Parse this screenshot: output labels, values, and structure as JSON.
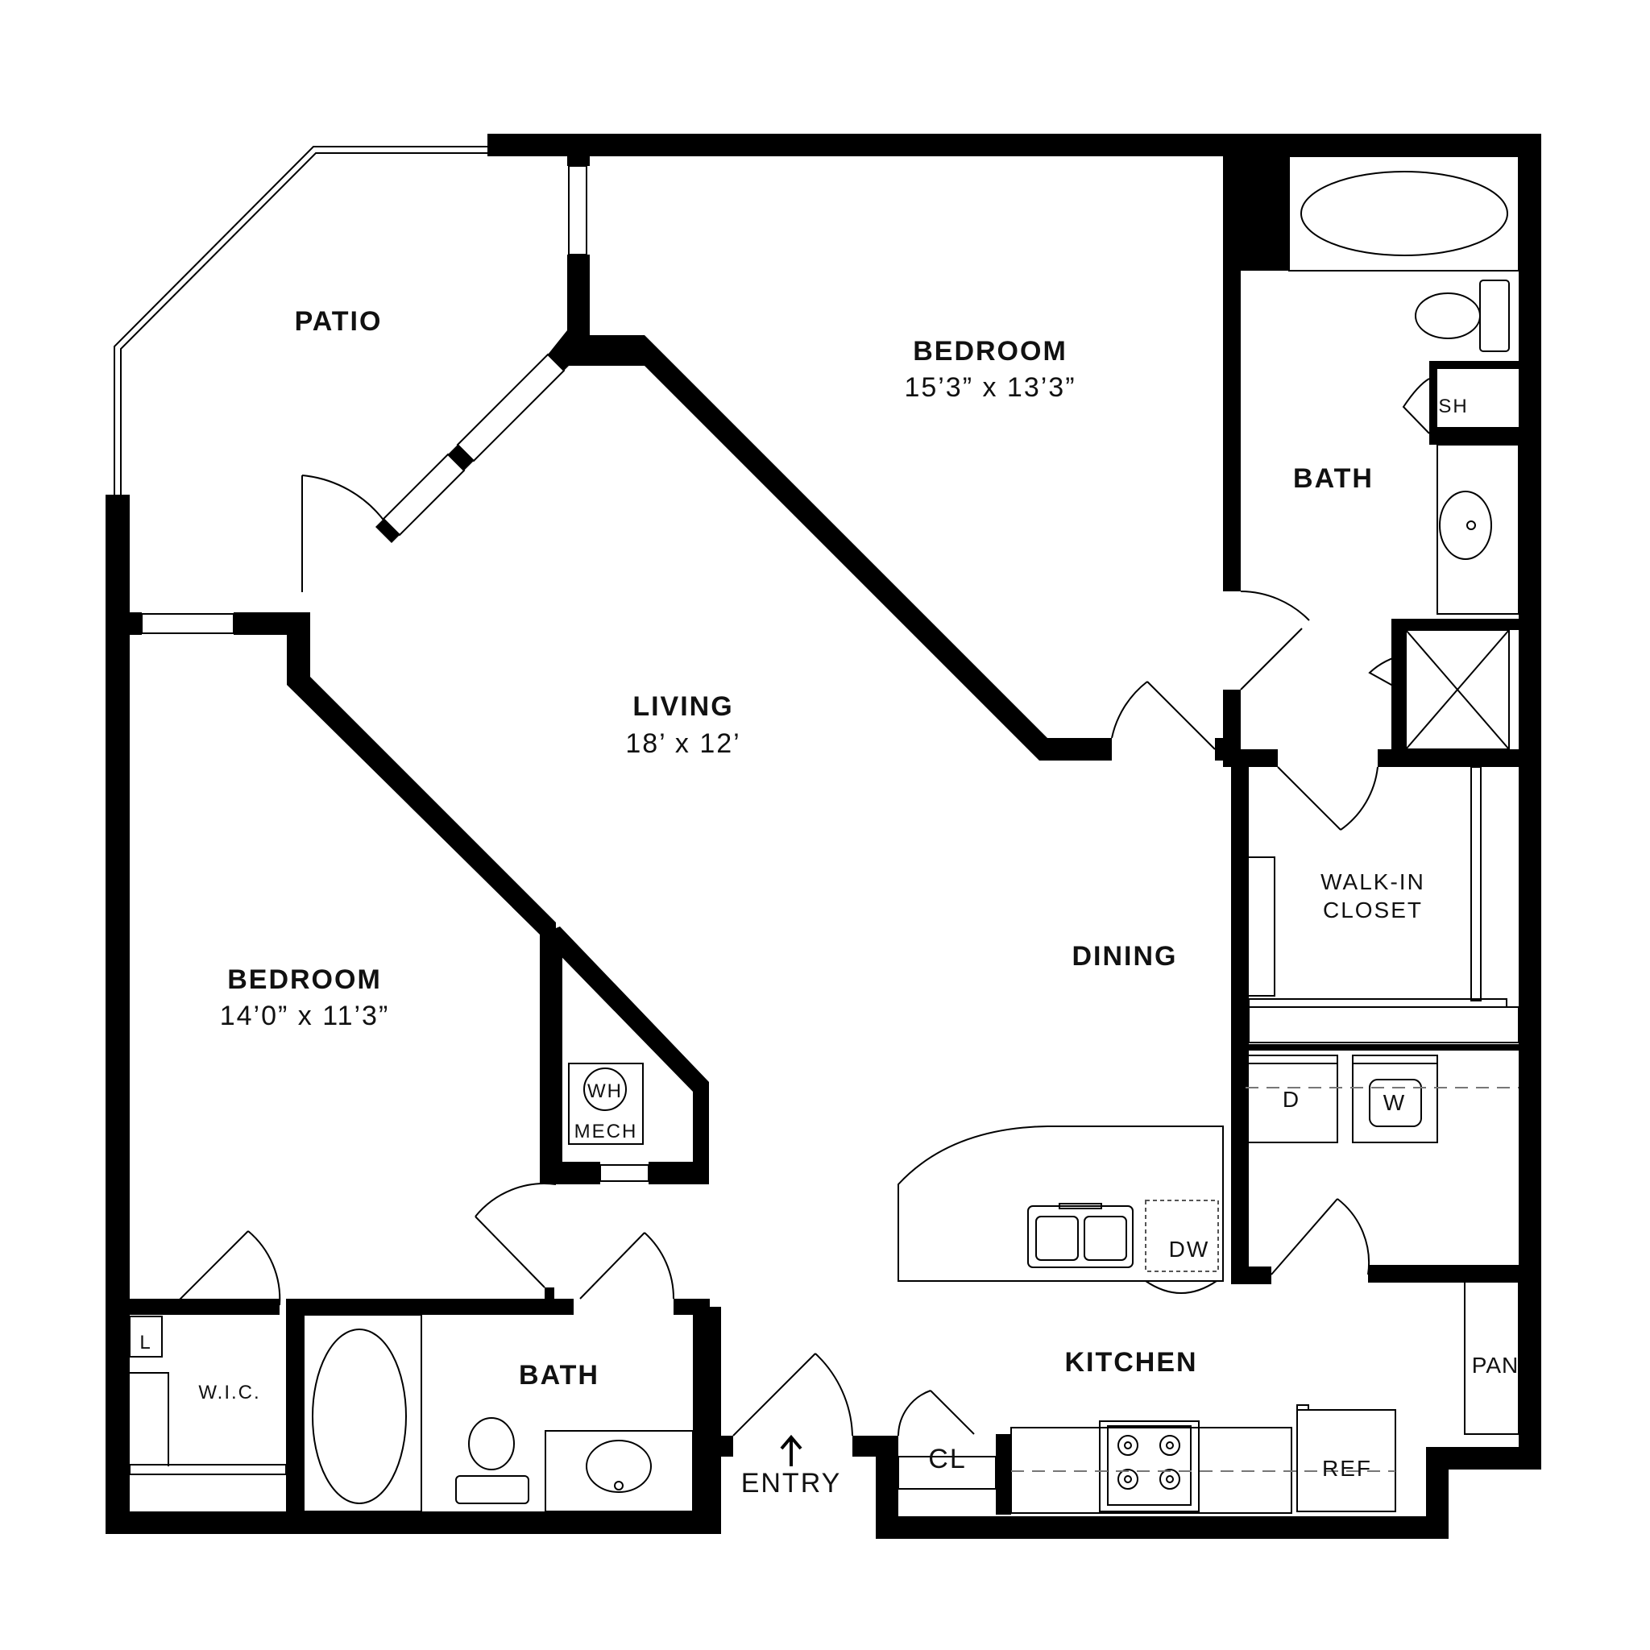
{
  "rooms": {
    "patio": {
      "name": "PATIO"
    },
    "bedroom_main": {
      "name": "BEDROOM",
      "size": "15’3” x 13’3”"
    },
    "bath_main": {
      "name": "BATH"
    },
    "shower_label": "SH",
    "living": {
      "name": "LIVING",
      "size": "18’ x 12’"
    },
    "walk_in_closet": {
      "line1": "WALK-IN",
      "line2": "CLOSET"
    },
    "dining": {
      "name": "DINING"
    },
    "bedroom_second": {
      "name": "BEDROOM",
      "size": "14’0” x 11’3”"
    },
    "mech": {
      "wh": "WH",
      "name": "MECH"
    },
    "dryer": "D",
    "washer": "W",
    "dishwasher": "DW",
    "kitchen": {
      "name": "KITCHEN"
    },
    "pantry": "PAN",
    "linen": "L",
    "wic": "W.I.C.",
    "bath_second": {
      "name": "BATH"
    },
    "entry": {
      "name": "ENTRY"
    },
    "coat_closet": "CL",
    "refrigerator": "REF"
  }
}
